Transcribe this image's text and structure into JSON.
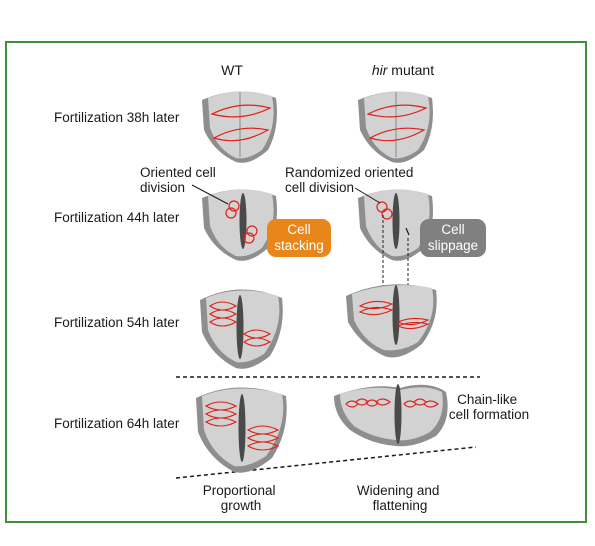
{
  "columns": {
    "wt": "WT",
    "mutant_italic": "hir",
    "mutant_rest": " mutant"
  },
  "stages": [
    "Fortilization 38h later",
    "Fortilization 44h later",
    "Fortilization 54h later",
    "Fortilization 64h later"
  ],
  "annotations": {
    "oriented_line1": "Oriented cell",
    "oriented_line2": "division",
    "randomized_line1": "Randomized oriented",
    "randomized_line2": "cell division",
    "chain_line1": "Chain-like",
    "chain_line2": "cell formation",
    "proportional_line1": "Proportional",
    "proportional_line2": "growth",
    "widening_line1": "Widening and",
    "widening_line2": "flattening"
  },
  "badges": {
    "stacking_line1": "Cell",
    "stacking_line2": "stacking",
    "slippage_line1": "Cell",
    "slippage_line2": "slippage"
  },
  "colors": {
    "frame": "#3f8f3b",
    "cell_line": "#e0201b",
    "stacking_badge": "#e8861a",
    "slippage_badge": "#808080",
    "organ_top": "#d2d2d2",
    "organ_side": "#8e8e8e"
  }
}
